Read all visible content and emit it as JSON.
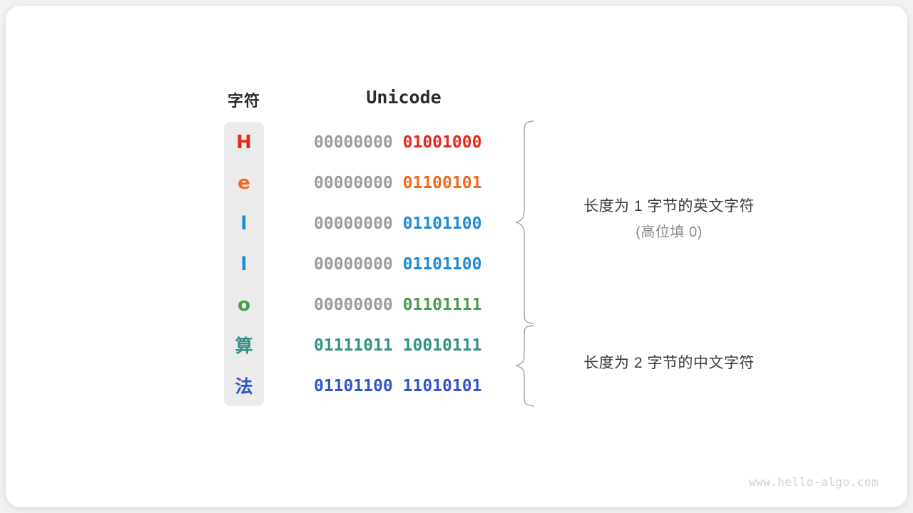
{
  "page": {
    "background_color": "#f2f2f2",
    "card_color": "#ffffff",
    "watermark": "www.hello-algo.com"
  },
  "headers": {
    "char_column": "字符",
    "unicode_column": "Unicode"
  },
  "palette": {
    "pad_grey": "#9c9c9c",
    "pill_grey": "#ebebeb",
    "annotation_text": "#3b3b3b",
    "annotation_sub": "#8a8a8a",
    "brace": "#a6a6a6",
    "watermark": "#cfcfcf"
  },
  "rows": [
    {
      "char": "H",
      "script": "latin",
      "color": "#e8261c",
      "high_byte": "00000000",
      "low_byte": "01001000",
      "high_byte_color": "#9c9c9c"
    },
    {
      "char": "e",
      "script": "latin",
      "color": "#ef6a1e",
      "high_byte": "00000000",
      "low_byte": "01100101",
      "high_byte_color": "#9c9c9c"
    },
    {
      "char": "l",
      "script": "latin",
      "color": "#1f8ad4",
      "high_byte": "00000000",
      "low_byte": "01101100",
      "high_byte_color": "#9c9c9c"
    },
    {
      "char": "l",
      "script": "latin",
      "color": "#1f8ad4",
      "high_byte": "00000000",
      "low_byte": "01101100",
      "high_byte_color": "#9c9c9c"
    },
    {
      "char": "o",
      "script": "latin",
      "color": "#4a9b4e",
      "high_byte": "00000000",
      "low_byte": "01101111",
      "high_byte_color": "#9c9c9c"
    },
    {
      "char": "算",
      "script": "cjk",
      "color": "#339286",
      "high_byte": "01111011",
      "low_byte": "10010111",
      "high_byte_color": "#339286"
    },
    {
      "char": "法",
      "script": "cjk",
      "color": "#3355cc",
      "high_byte": "01101100",
      "low_byte": "11010101",
      "high_byte_color": "#3355cc"
    }
  ],
  "annotations": [
    {
      "id": "ascii-group",
      "main": "长度为 1 字节的英文字符",
      "sub": "(高位填 0)",
      "covers_rows": [
        0,
        1,
        2,
        3,
        4
      ]
    },
    {
      "id": "cjk-group",
      "main": "长度为 2 字节的中文字符",
      "sub": "",
      "covers_rows": [
        5,
        6
      ]
    }
  ]
}
